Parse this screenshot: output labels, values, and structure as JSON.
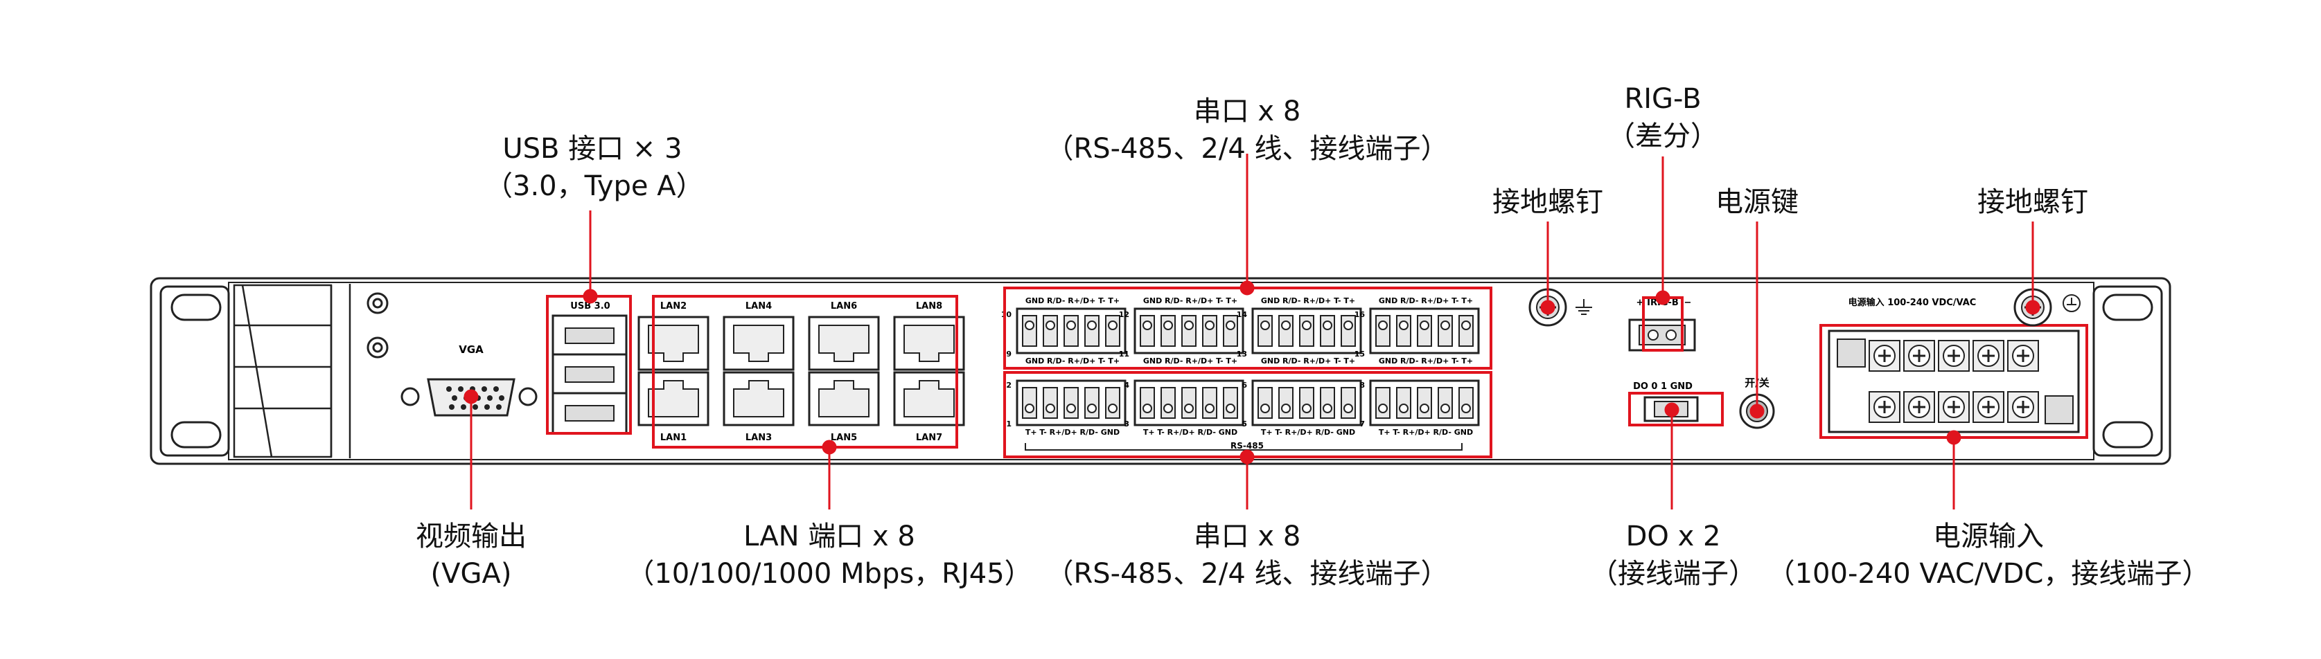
{
  "callouts": {
    "usb": {
      "line1": "USB 接口 × 3",
      "line2": "（3.0，Type A）"
    },
    "serial_top": {
      "line1": "串口 x 8",
      "line2": "（RS-485、2/4 线、接线端子）"
    },
    "rigb": {
      "line1": "RIG-B",
      "line2": "（差分）"
    },
    "ground_left": {
      "line1": "接地螺钉"
    },
    "power_key": {
      "line1": "电源键"
    },
    "ground_right": {
      "line1": "接地螺钉"
    },
    "vga": {
      "line1": "视频输出",
      "line2": "(VGA)"
    },
    "lan": {
      "line1": "LAN 端口 x 8",
      "line2": "（10/100/1000 Mbps，RJ45）"
    },
    "serial_bottom": {
      "line1": "串口 x 8",
      "line2": "（RS-485、2/4 线、接线端子）"
    },
    "do": {
      "line1": "DO x 2",
      "line2": "（接线端子）"
    },
    "power_input": {
      "line1": "电源输入",
      "line2": "（100-240 VAC/VDC，接线端子）"
    }
  },
  "panel_labels": {
    "vga": "VGA",
    "usb": "USB 3.0",
    "lan_top": [
      "LAN2",
      "LAN4",
      "LAN6",
      "LAN8"
    ],
    "lan_bottom": [
      "LAN1",
      "LAN3",
      "LAN5",
      "LAN7"
    ],
    "serial_top_pins": "GND R/D- R+/D+ T- T+",
    "serial_bottom_pins": "T+ T- R+/D+ R/D- GND",
    "serial_top_left_nums": [
      "10",
      "12",
      "14",
      "16"
    ],
    "serial_top_right_nums": [
      "9",
      "11",
      "13",
      "15"
    ],
    "serial_bottom_left_nums": [
      "2",
      "4",
      "6",
      "8"
    ],
    "serial_bottom_right_nums": [
      "1",
      "3",
      "5",
      "7"
    ],
    "rs485": "RS-485",
    "irig_plus": "+",
    "irig": "IRIG-B",
    "irig_minus": "−",
    "do_label": "DO   0   1   GND",
    "switch": "开/关",
    "power_label": "电源输入 100-240 VDC/VAC"
  },
  "colors": {
    "accent": "#e0141e",
    "outline": "#222222",
    "fill": "#f4f4f4"
  }
}
